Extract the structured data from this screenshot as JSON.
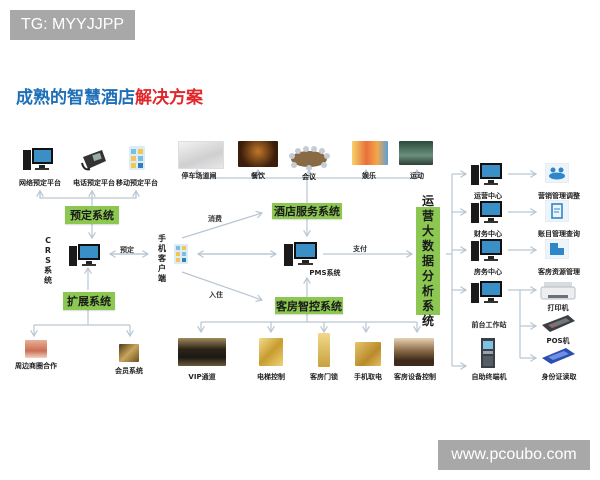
{
  "watermarks": {
    "top_left": "TG: MYYJJPP",
    "bottom_right": "www.pcoubo.com"
  },
  "title": {
    "part1": "成熟的智慧酒店",
    "part2": "解决方案",
    "color1": "#1e6fb8",
    "color2": "#e0262b"
  },
  "colors": {
    "system_box": "#8cc751",
    "connector": "#b9c6d2"
  },
  "booking_channels": [
    {
      "label": "网络预定平台",
      "icon": "desktop-computer-icon"
    },
    {
      "label": "电话预定平台",
      "icon": "telephone-icon"
    },
    {
      "label": "移动预定平台",
      "icon": "mobile-app-icon"
    }
  ],
  "systems": {
    "booking": "预定系统",
    "crs_vertical": [
      "C",
      "R",
      "S",
      "系",
      "统"
    ],
    "expansion": "扩展系统",
    "hotel_service": "酒店服务系统",
    "pms": "PMS系统",
    "room_control": "客房智控系统",
    "analytics_vertical": [
      "运",
      "营",
      "大",
      "数",
      "据",
      "分",
      "析",
      "系",
      "统"
    ]
  },
  "mobile_client_vertical": [
    "手",
    "机",
    "客",
    "户",
    "端"
  ],
  "edge_labels": {
    "booking": "预定",
    "consume": "消费",
    "checkin": "入住",
    "pay": "支付"
  },
  "expansion_items": [
    {
      "label": "周边商圈合作",
      "icon": "business-partner-icon"
    },
    {
      "label": "会员系统",
      "icon": "membership-icon"
    }
  ],
  "hotel_services": [
    {
      "label": "停车场道闸",
      "icon": "parking-gate-icon"
    },
    {
      "label": "餐饮",
      "icon": "dining-icon"
    },
    {
      "label": "会议",
      "icon": "meeting-icon"
    },
    {
      "label": "娱乐",
      "icon": "entertainment-icon"
    },
    {
      "label": "运动",
      "icon": "sports-icon"
    }
  ],
  "room_controls": [
    {
      "label": "VIP通道",
      "icon": "vip-channel-icon"
    },
    {
      "label": "电梯控制",
      "icon": "elevator-icon"
    },
    {
      "label": "客房门锁",
      "icon": "door-lock-icon"
    },
    {
      "label": "手机取电",
      "icon": "power-switch-icon"
    },
    {
      "label": "客房设备控制",
      "icon": "room-device-icon"
    }
  ],
  "centers": [
    {
      "label": "运营中心",
      "target": "营销管理调整",
      "target_icon": "marketing-icon"
    },
    {
      "label": "财务中心",
      "target": "账目管理查询",
      "target_icon": "accounts-icon"
    },
    {
      "label": "房务中心",
      "target": "客房资源管理",
      "target_icon": "room-resource-icon"
    }
  ],
  "front_desk": {
    "label": "前台工作站",
    "devices": [
      {
        "label": "打印机",
        "icon": "printer-icon"
      },
      {
        "label": "POS机",
        "icon": "pos-terminal-icon"
      },
      {
        "label": "身份证读取",
        "icon": "id-card-reader-icon"
      }
    ]
  },
  "kiosk": {
    "label": "自助终端机",
    "icon": "kiosk-icon"
  }
}
